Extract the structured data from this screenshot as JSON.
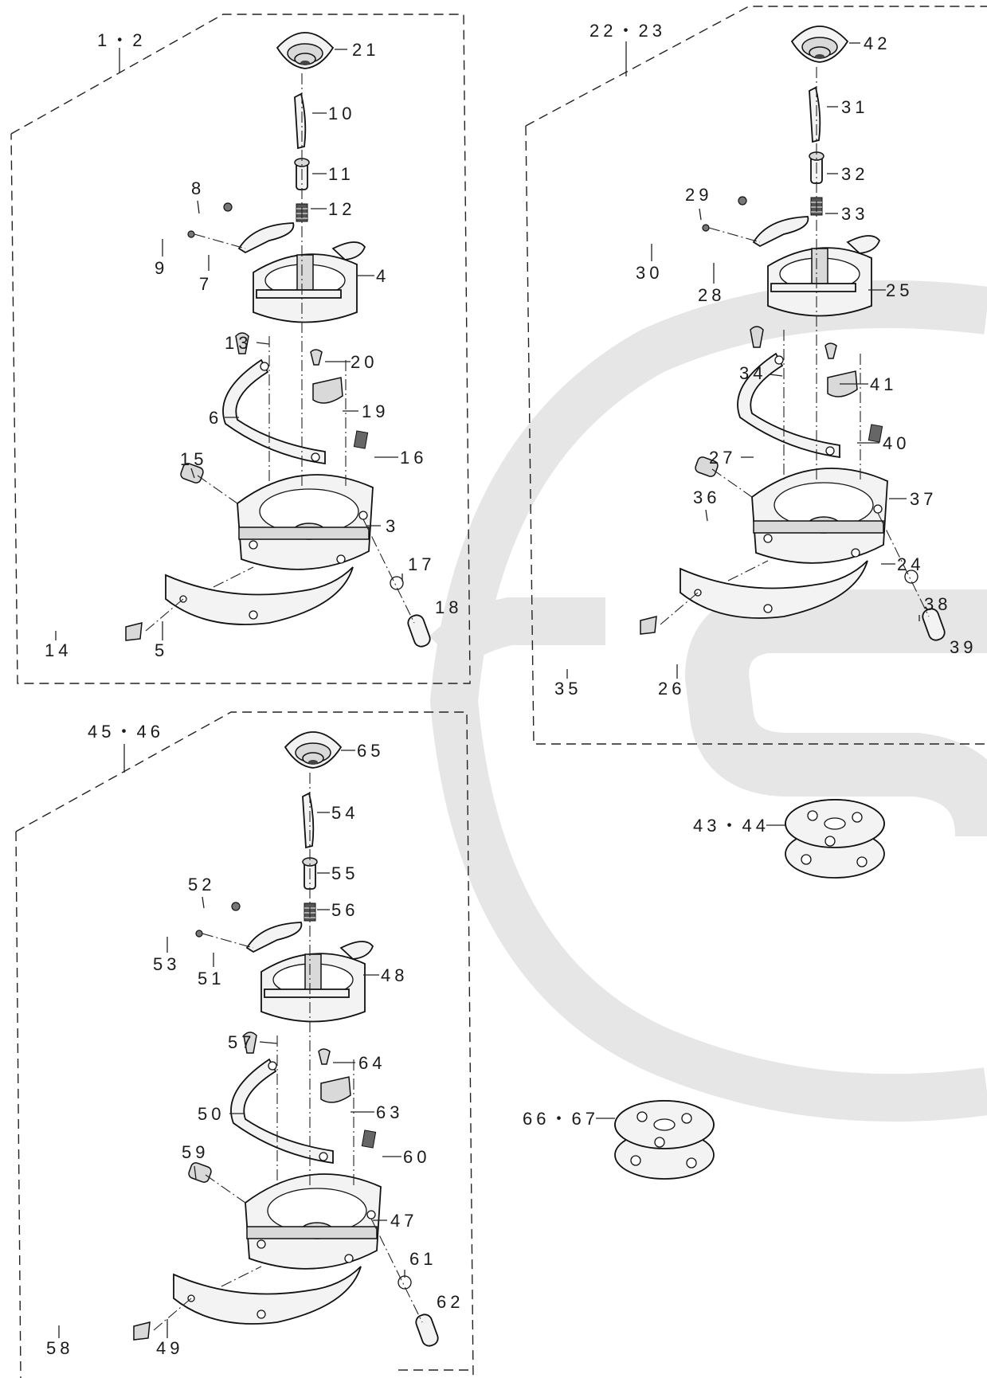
{
  "watermark": {
    "logo_name": "cs-logo-watermark",
    "color": "#e6e6e6"
  },
  "assemblies": [
    {
      "id": "top-left",
      "group_label": "1・2",
      "labels": {
        "p21": "21",
        "p10": "10",
        "p11": "11",
        "p12": "12",
        "p8": "8",
        "p9": "9",
        "p7": "7",
        "p4": "4",
        "p13": "13",
        "p20": "20",
        "p6": "6",
        "p19": "19",
        "p15": "15",
        "p16": "16",
        "p3": "3",
        "p17": "17",
        "p18": "18",
        "p14": "14",
        "p5": "5"
      }
    },
    {
      "id": "top-right",
      "group_label": "22・23",
      "labels": {
        "p42": "42",
        "p31": "31",
        "p32": "32",
        "p33": "33",
        "p29": "29",
        "p30": "30",
        "p28": "28",
        "p25": "25",
        "p34": "34",
        "p41": "41",
        "p27": "27",
        "p40": "40",
        "p36": "36",
        "p37": "37",
        "p24": "24",
        "p38": "38",
        "p39": "39",
        "p35": "35",
        "p26": "26"
      }
    },
    {
      "id": "bottom-left",
      "group_label": "45・46",
      "labels": {
        "p65": "65",
        "p54": "54",
        "p55": "55",
        "p56": "56",
        "p52": "52",
        "p53": "53",
        "p51": "51",
        "p48": "48",
        "p57": "57",
        "p64": "64",
        "p50": "50",
        "p63": "63",
        "p59": "59",
        "p60": "60",
        "p47": "47",
        "p61": "61",
        "p62": "62",
        "p58": "58",
        "p49": "49"
      }
    }
  ],
  "bobbins": [
    {
      "id": "bobbin-upper",
      "label": "43・44"
    },
    {
      "id": "bobbin-lower",
      "label": "66・67"
    }
  ]
}
